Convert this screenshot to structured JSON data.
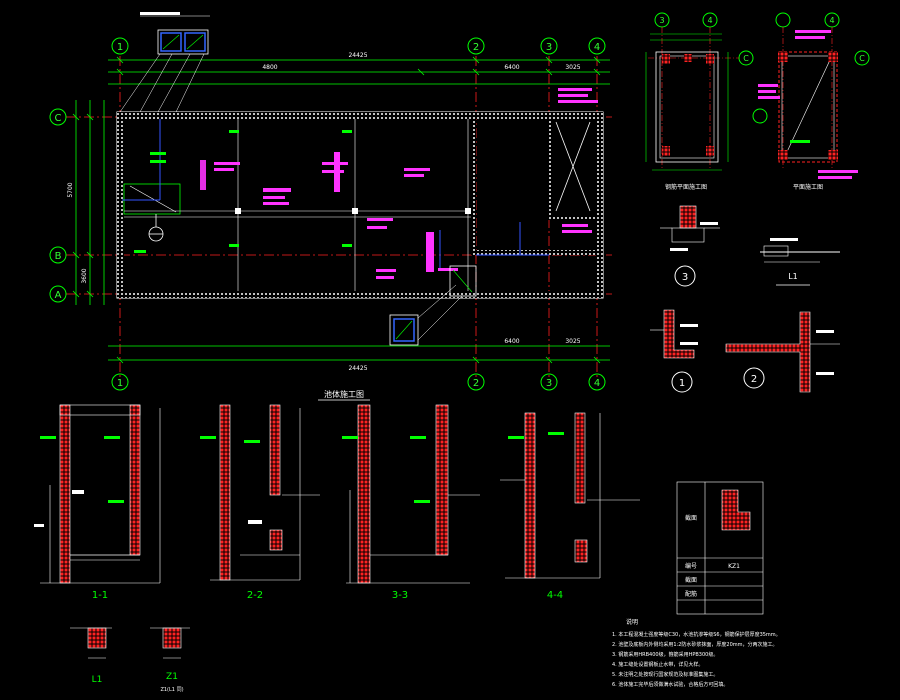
{
  "axes": {
    "top": [
      "1",
      "2",
      "3",
      "4"
    ],
    "left": [
      "C",
      "B",
      "A"
    ]
  },
  "dims": {
    "overall": "24425",
    "seg_left": "4800",
    "seg_mid": "6400",
    "seg_right": "3025",
    "left_v1": "5700",
    "left_v2": "3600"
  },
  "titles": {
    "plan": "池体施工图",
    "det_3": "3",
    "det_1": "1",
    "det_2": "2",
    "det_top_a": "钢筋平面施工图",
    "det_top_b": "平面施工图",
    "l1_label": "L1",
    "l1_sec": "L1"
  },
  "sections": {
    "s1": "1-1",
    "s2": "2-2",
    "s3": "3-3",
    "s4": "4-4",
    "l1": "L1",
    "z1": "Z1",
    "z1_note": "Z1(L1 同)"
  },
  "table": {
    "row1_label": "编号",
    "row1_val": "KZ1",
    "row2_label": "截面",
    "row3_label": "配筋",
    "header": "截面"
  },
  "notes": {
    "title": "说明",
    "lines": [
      "1. 本工程混凝土强度等级C30，水池抗渗等级S6，钢筋保护层厚度35mm。",
      "2. 池壁及底板内外侧均采用1:2防水砂浆抹面，厚度20mm，分两次施工。",
      "3. 钢筋采用HRB400级，箍筋采用HPB300级。",
      "4. 施工缝处设置钢板止水带，详见大样。",
      "5. 未注明之处按现行国家规范及标准图集施工。",
      "6. 池体施工完毕后须做满水试验，合格后方可回填。"
    ]
  },
  "colors": {
    "grid": "#00ff00",
    "wall": "#ffffff",
    "rebar": "#ff2222",
    "annot": "#ff33ff",
    "axis_line": "#ff0000",
    "pipe": "#3355ff"
  }
}
